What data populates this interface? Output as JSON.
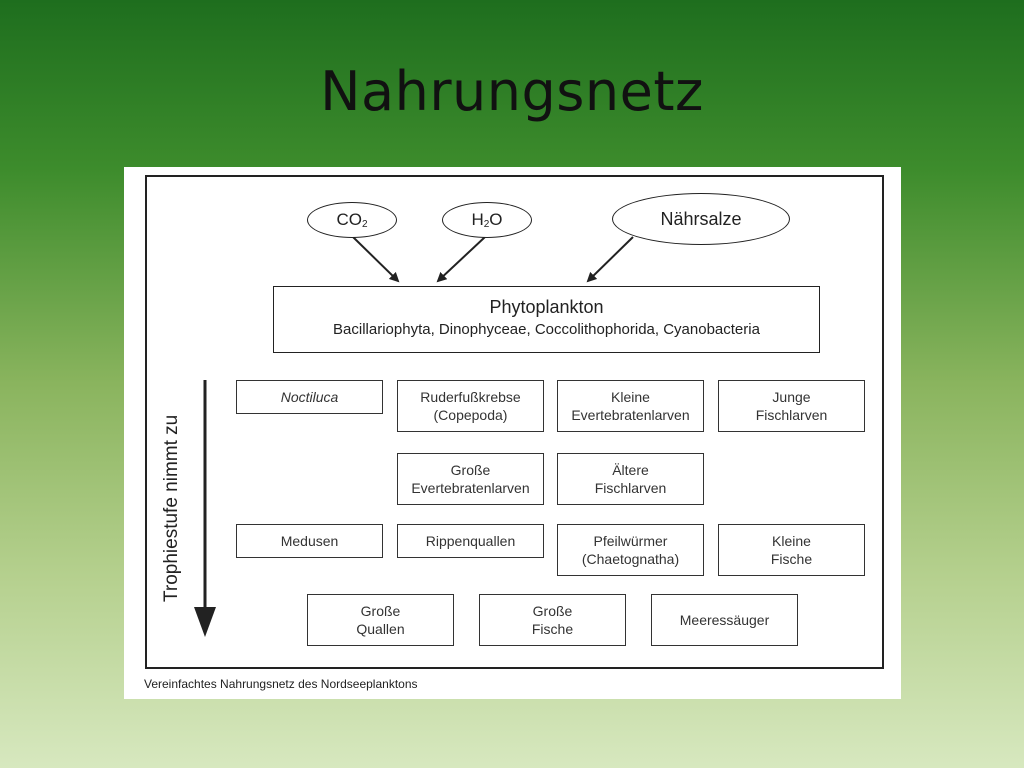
{
  "slide": {
    "title": "Nahrungsnetz"
  },
  "diagram": {
    "inputs": {
      "co2": {
        "main": "CO",
        "sub": "2"
      },
      "h2o": {
        "pre": "H",
        "sub": "2",
        "post": "O"
      },
      "salts": "Nährsalze"
    },
    "phytoplankton": {
      "title": "Phytoplankton",
      "subtitle": "Bacillariophyta, Dinophyceae, Coccolithophorida, Cyanobacteria"
    },
    "row1": [
      "Noctiluca",
      "Ruderfußkrebse\n(Copepoda)",
      "Kleine\nEvertebratenlarven",
      "Junge\nFischlarven"
    ],
    "row2": [
      "Große\nEvertebratenlarven",
      "Ältere\nFischlarven"
    ],
    "row3": [
      "Medusen",
      "Rippenquallen",
      "Pfeilwürmer\n(Chaetognatha)",
      "Kleine\nFische"
    ],
    "row4": [
      "Große\nQuallen",
      "Große\nFische",
      "Meeressäuger"
    ],
    "axis_label": "Trophiestufe nimmt zu",
    "caption": "Vereinfachtes Nahrungsnetz des  Nordseeplanktons"
  }
}
